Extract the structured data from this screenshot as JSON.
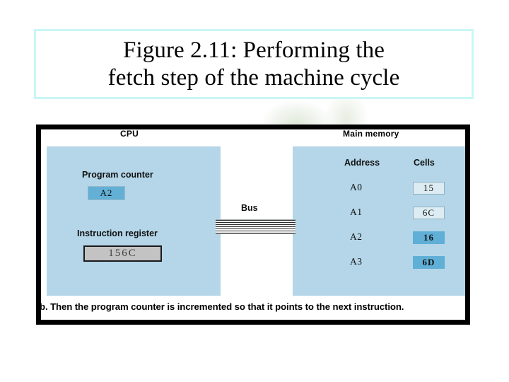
{
  "slide": {
    "title": "Figure 2.11:  Performing the\nfetch step of the machine cycle"
  },
  "figure": {
    "cpu": {
      "heading": "CPU",
      "program_counter_label": "Program counter",
      "program_counter_value": "A2",
      "instruction_register_label": "Instruction register",
      "instruction_register_value": "156C"
    },
    "bus": {
      "label": "Bus"
    },
    "memory": {
      "heading": "Main memory",
      "column_headers": {
        "address": "Address",
        "cells": "Cells"
      },
      "rows": [
        {
          "address": "A0",
          "cell": "15",
          "highlighted": false
        },
        {
          "address": "A1",
          "cell": "6C",
          "highlighted": false
        },
        {
          "address": "A2",
          "cell": "16",
          "highlighted": true
        },
        {
          "address": "A3",
          "cell": "6D",
          "highlighted": true
        }
      ]
    },
    "caption": "b. Then the program counter is incremented so that it points to the next instruction."
  },
  "colors": {
    "panel_blue": "#b4d6e8",
    "highlight_blue": "#5fafd6",
    "plain_cell": "#dcecf2",
    "register_gray": "#c3c3c3",
    "frame_black": "#000000",
    "title_border_cyan": "#c9f7f7"
  }
}
